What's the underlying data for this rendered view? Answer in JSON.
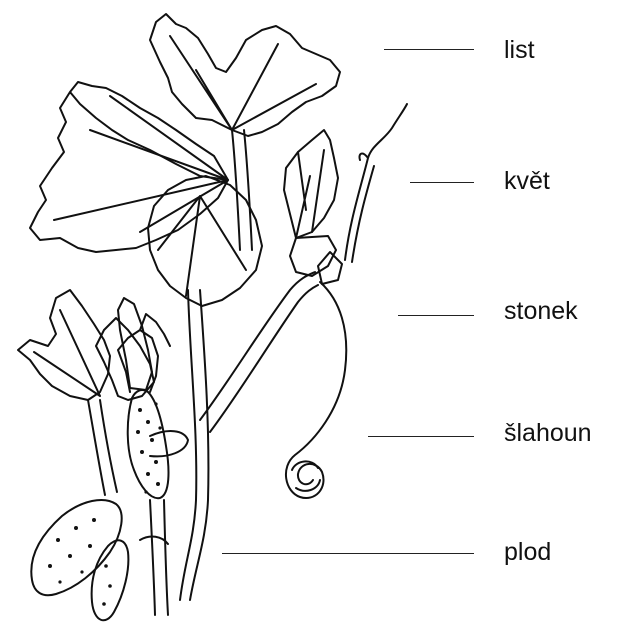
{
  "diagram": {
    "subject": "cucumber-plant",
    "labels": [
      {
        "id": "list",
        "text": "list"
      },
      {
        "id": "kvet",
        "text": "květ"
      },
      {
        "id": "stonek",
        "text": "stonek"
      },
      {
        "id": "slahoun",
        "text": "šlahoun"
      },
      {
        "id": "plod",
        "text": "plod"
      }
    ]
  }
}
